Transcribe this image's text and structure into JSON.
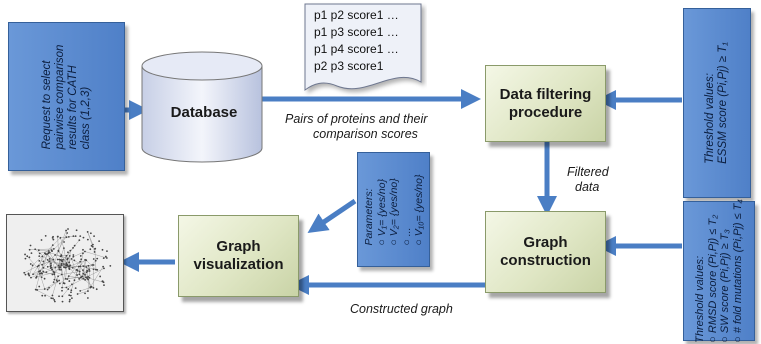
{
  "request_note": {
    "lines": [
      "Request to select",
      "pairwise comparison",
      "results for CATH",
      "class (1,2,3)"
    ]
  },
  "database": {
    "label": "Database"
  },
  "score_list": {
    "lines": [
      "p1 p2 score1 …",
      "p1 p3 score1 …",
      "p1 p4 score1 …",
      "p2 p3 score1"
    ]
  },
  "pairs_label": {
    "lines": [
      "Pairs of proteins and their",
      "comparison scores"
    ]
  },
  "filtering": {
    "lines": [
      "Data filtering",
      "procedure"
    ]
  },
  "essm_note": {
    "lines": [
      "Threshold values:",
      "ESSM score (Pi,Pj) ≥ T₁"
    ]
  },
  "filtered_label": {
    "lines": [
      "Filtered",
      "data"
    ]
  },
  "graph_construction": {
    "lines": [
      "Graph",
      "construction"
    ]
  },
  "thresholds_note": {
    "lines": [
      "Threshold values:",
      "○ RMSD score (Pi,Pj) ≤ T₂",
      "○ SW score (Pi,Pj) ≥ T₃",
      "○ # fold mutations (Pi,Pj) ≤ T₄"
    ]
  },
  "parameters_note": {
    "lines": [
      "Parameters:",
      "○ V₁= {yes/no}",
      "○ V₂= {yes/no}",
      "○ ...",
      "○ V₁₀= {yes/no}"
    ]
  },
  "graph_visualization": {
    "lines": [
      "Graph",
      "visualization"
    ]
  },
  "constructed_label": {
    "text": "Constructed graph"
  },
  "colors": {
    "arrow": "#4a7ec4",
    "node": "#dfe6c4",
    "note": "#5b8ad0"
  }
}
